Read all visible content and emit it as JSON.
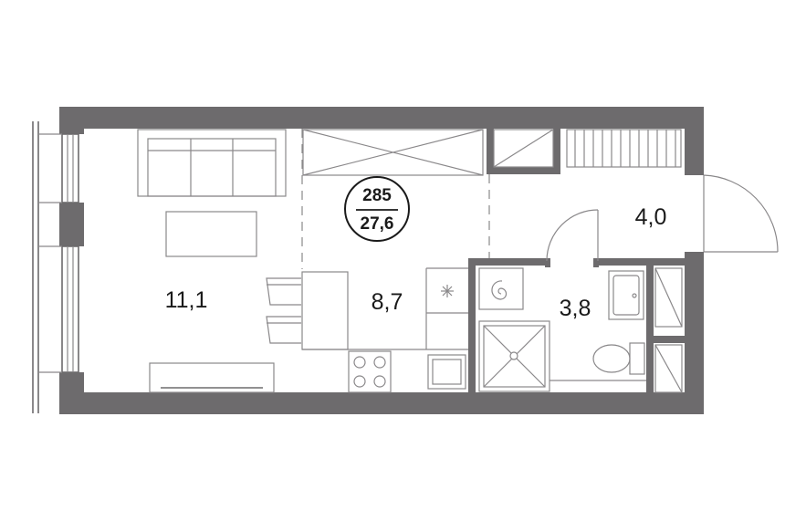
{
  "plan": {
    "badge": {
      "number": "285",
      "area": "27,6"
    },
    "rooms": {
      "living": "11,1",
      "kitchen": "8,7",
      "bathroom": "3,8",
      "hall": "4,0"
    }
  },
  "colors": {
    "wall": "#6d6b6d",
    "line": "#6d6b6d",
    "text": "#1a1a1a",
    "background": "#ffffff"
  },
  "icons": [
    "sofa-icon",
    "coffee-table-icon",
    "chair-icon",
    "tv-unit-icon",
    "wardrobe-icon",
    "stove-icon",
    "oven-icon",
    "fridge-icon",
    "washer-icon",
    "shower-icon",
    "sink-icon",
    "toilet-icon",
    "door-icon",
    "radiator-icon"
  ]
}
